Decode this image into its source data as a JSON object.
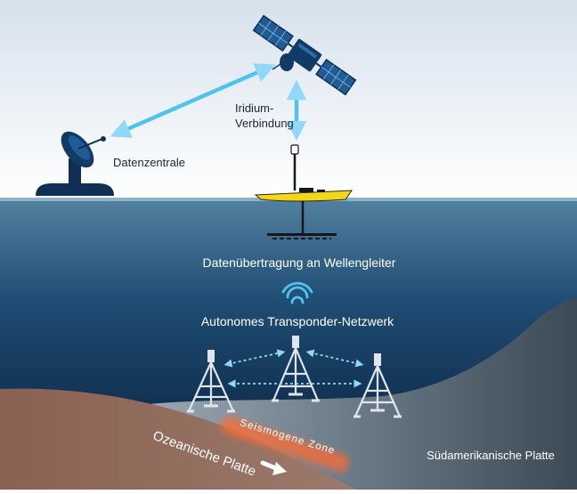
{
  "labels": {
    "datenzentrale": "Datenzentrale",
    "iridium_line1": "Iridium-",
    "iridium_line2": "Verbindung",
    "datenuebertragung": "Datenübertragung an Wellengleiter",
    "transponder": "Autonomes Transponder-Netzwerk",
    "seismogen": "Seismogene Zone",
    "ozeanisch": "Ozeanische Platte",
    "suedamerikanisch": "Südamerikanische Platte"
  },
  "icons": [
    "satellite-icon",
    "dish-antenna-icon",
    "wave-glider-icon",
    "wifi-signal-icon",
    "transponder-tripod-icon"
  ],
  "colors": {
    "sky_top": "#d6e1ec",
    "sky_bottom": "#ffffff",
    "ocean_top": "#4d7a9c",
    "ocean_bottom": "#061a36",
    "link_arrow": "#4fc3ef",
    "dark_device": "#0f2f54",
    "glider_yellow": "#f4d619",
    "oceanic_plate": "#8c6556",
    "continental_plate": "#5d6f7c",
    "seismic_glow": "#ff6a30"
  }
}
